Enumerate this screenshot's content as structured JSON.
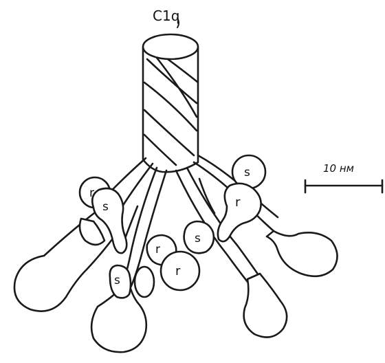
{
  "diagram": {
    "complex_label": "C1q",
    "scale_bar_label": "10 нм",
    "subunit_labels": {
      "r_upper_left": "r",
      "s_upper_left": "s",
      "s_lower_left": "s",
      "r_center_left": "r",
      "s_center": "s",
      "r_center": "r",
      "s_upper_right": "s",
      "r_upper_right": "r"
    },
    "colors": {
      "ink": "#1a1a1a",
      "background": "#ffffff"
    }
  }
}
